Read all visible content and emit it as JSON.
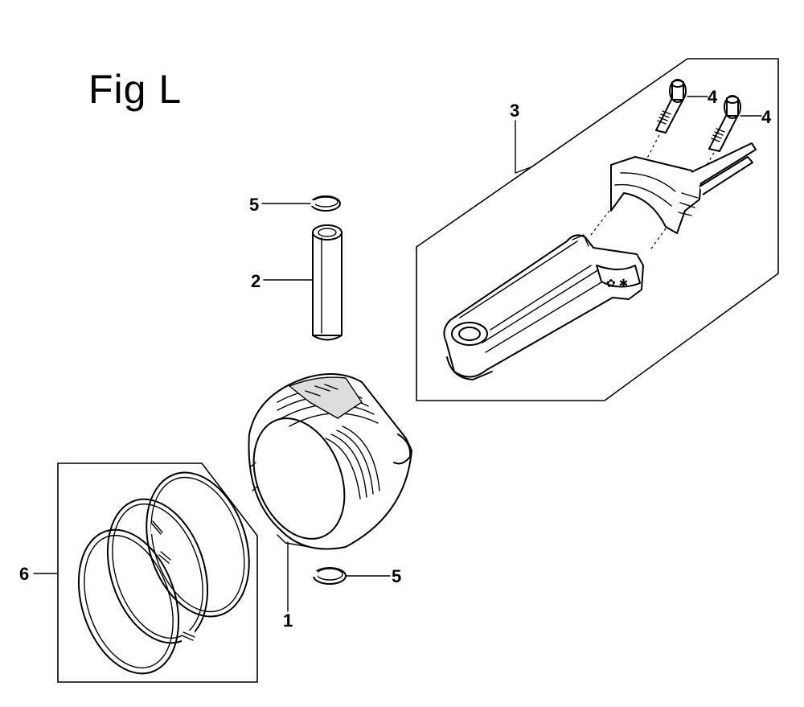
{
  "figure": {
    "title": "Fig L"
  },
  "callouts": {
    "piston": "1",
    "piston_pin": "2",
    "connecting_rod": "3",
    "rod_bolt_left": "4",
    "rod_bolt_right": "4",
    "pin_clip_top": "5",
    "pin_clip_bottom": "5",
    "piston_rings": "6"
  }
}
